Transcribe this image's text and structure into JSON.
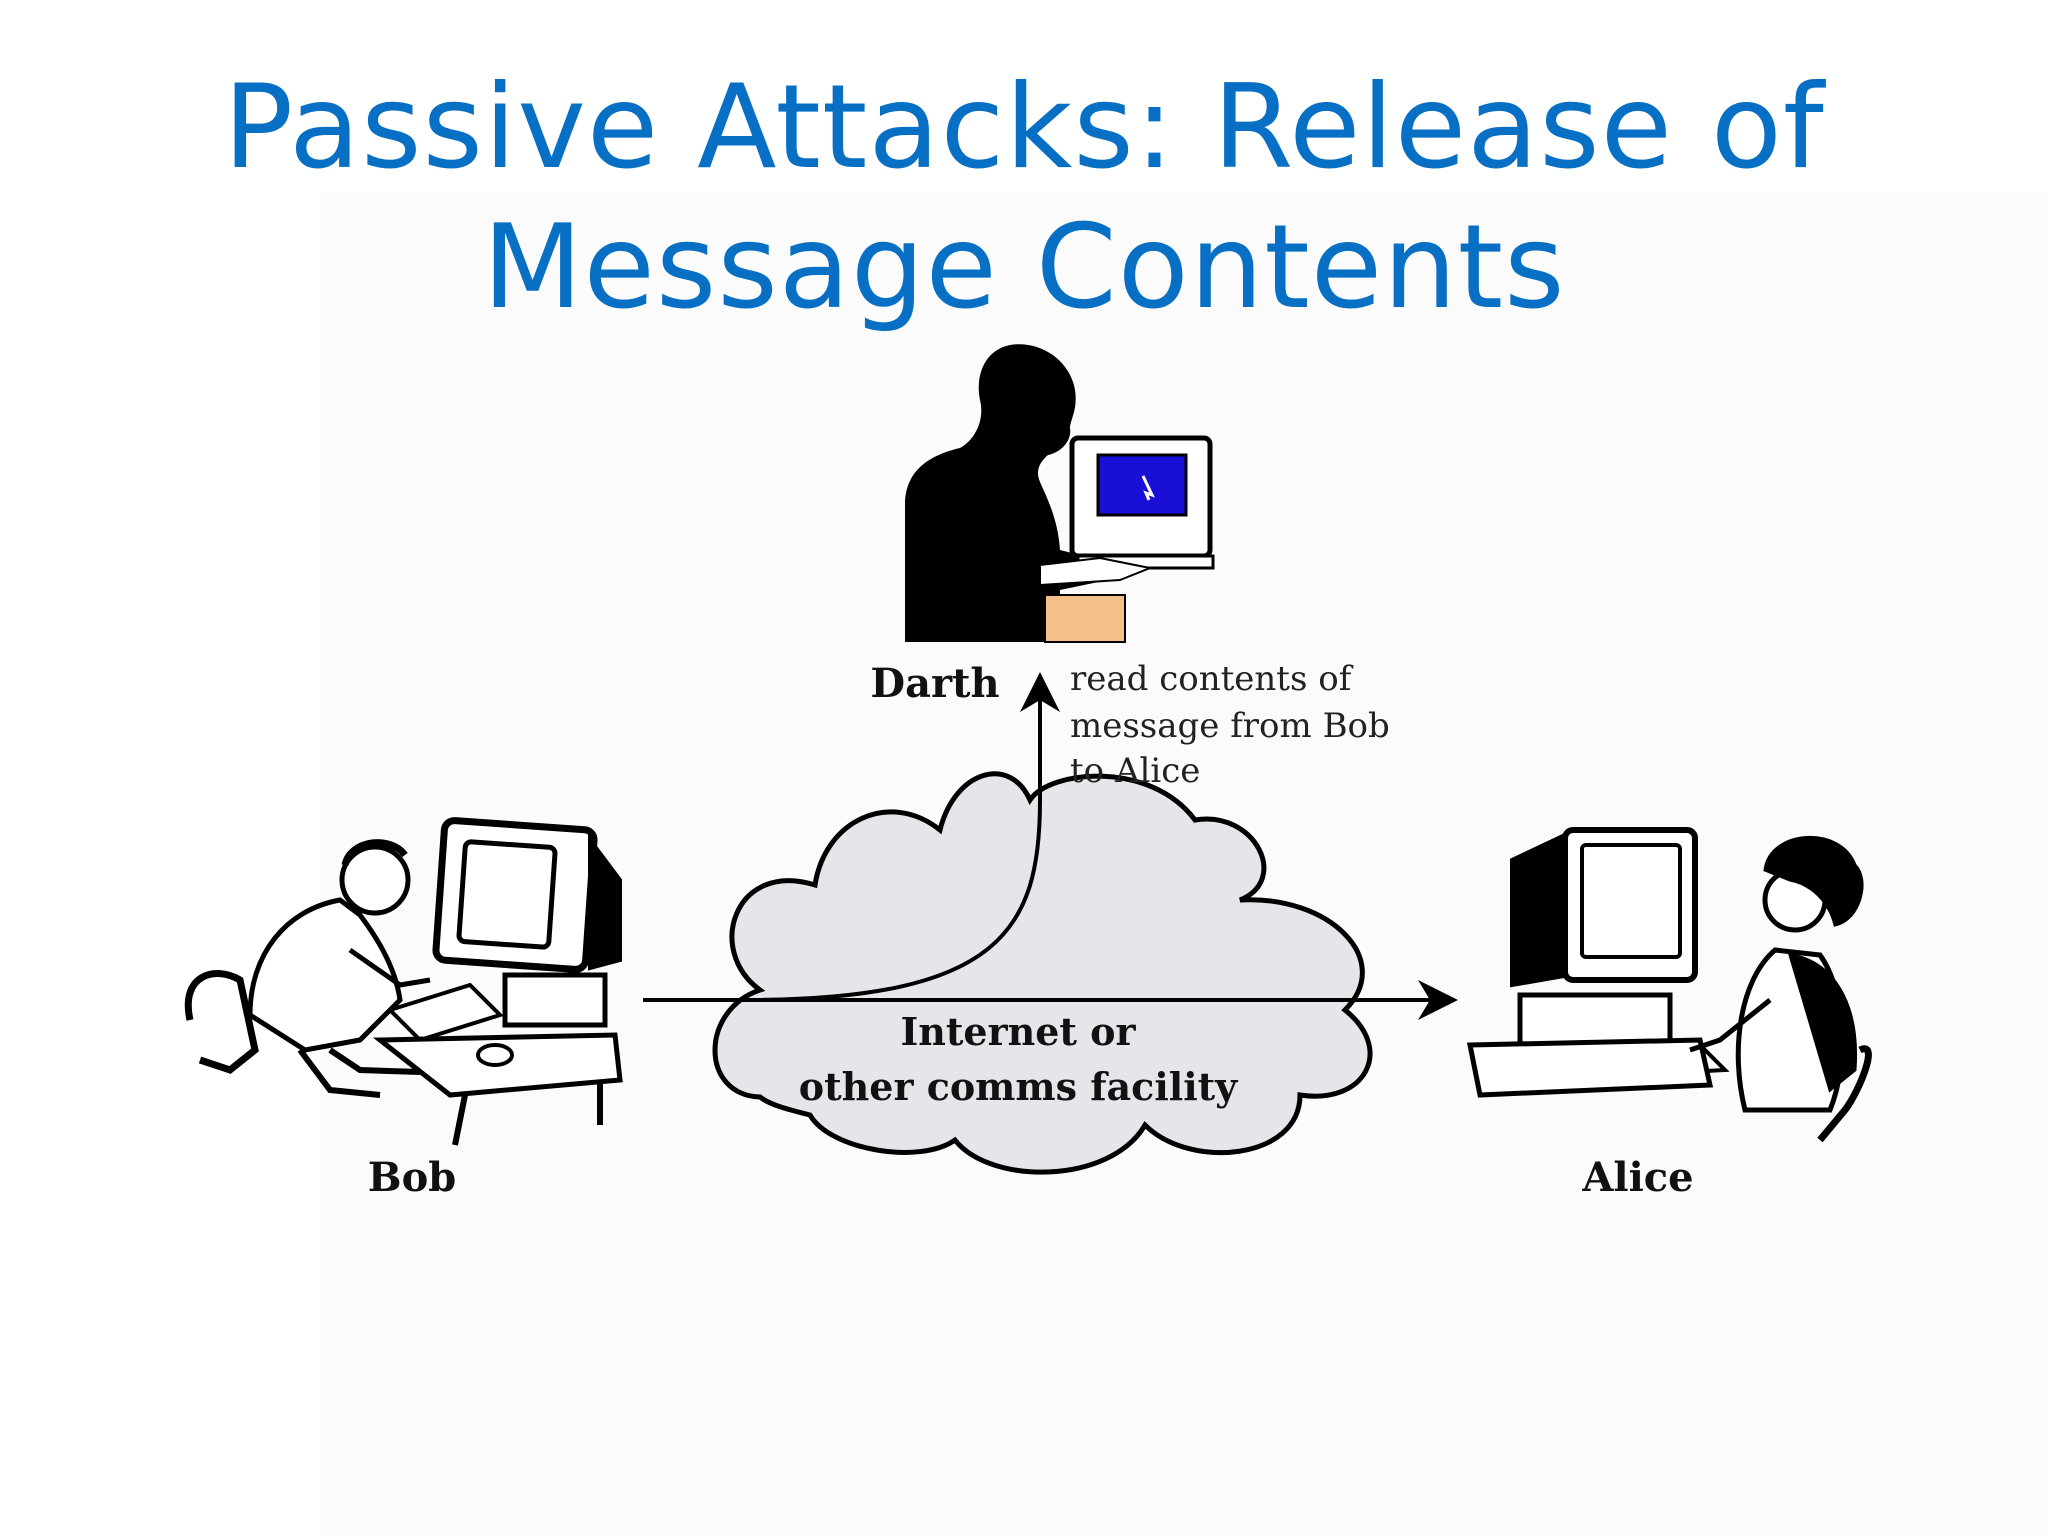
{
  "title": {
    "line1": "Passive Attacks: Release of",
    "line2": "Message Contents"
  },
  "diagram": {
    "darth_label": "Darth",
    "bob_label": "Bob",
    "alice_label": "Alice",
    "annotation": {
      "line1": "read contents of",
      "line2": "message from Bob",
      "line3": "to Alice"
    },
    "cloud": {
      "line1": "Internet or",
      "line2": "other comms facility"
    }
  },
  "colors": {
    "title": "#0870c4",
    "cloud_fill": "#e6e6ea",
    "screen_blue": "#1a0fd6",
    "desk_tan": "#f4c08a"
  }
}
